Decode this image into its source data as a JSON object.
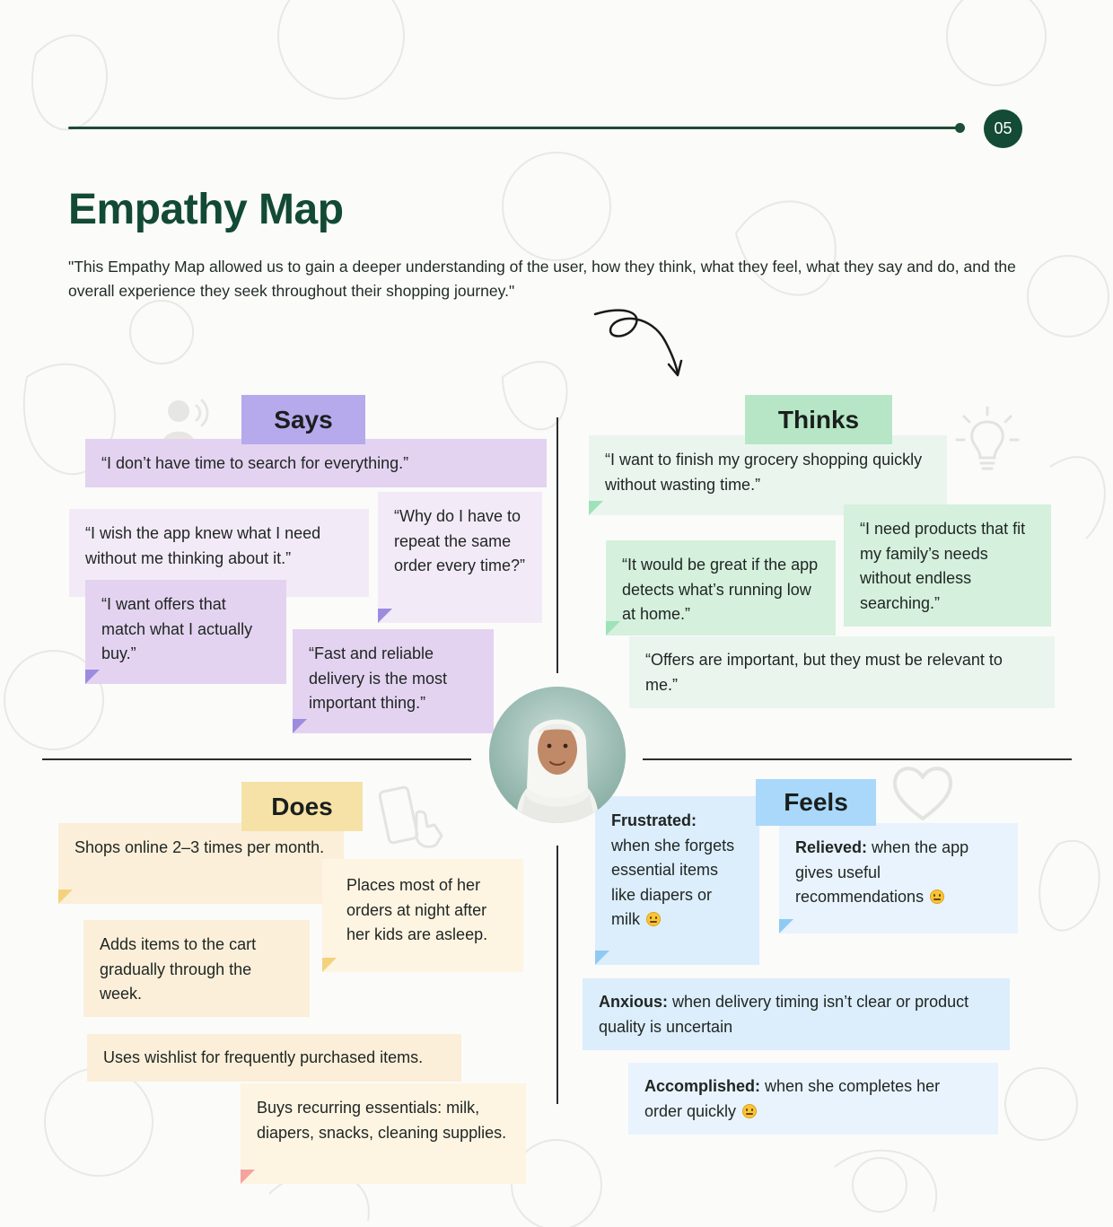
{
  "page": {
    "number": "05"
  },
  "header": {
    "title": "Empathy Map",
    "intro": "\"This Empathy Map allowed us to gain a deeper understanding of the user, how they think, what they feel, what they say and do, and the overall experience they seek throughout their shopping journey.\""
  },
  "says": {
    "label": "Says",
    "notes": [
      "“I don’t have time to search for everything.”",
      "“I wish the app knew what I need without me thinking about it.”",
      "“Why do I have to repeat the same order every time?”",
      "“I want offers that match what I actually buy.”",
      "“Fast and reliable delivery is the most important thing.”"
    ]
  },
  "thinks": {
    "label": "Thinks",
    "notes": [
      "“I want to finish my grocery shopping quickly without wasting time.”",
      "“I need products that fit my family’s needs without endless searching.”",
      "“It would be great if the app detects what’s running low at home.”",
      "“Offers are important, but they must be relevant to me.”"
    ]
  },
  "does": {
    "label": "Does",
    "notes": [
      "Shops online 2–3 times per month.",
      "Places most of her orders at night after her kids are asleep.",
      "Adds items to the cart gradually through the week.",
      "Uses wishlist for frequently purchased items.",
      "Buys recurring essentials: milk, diapers, snacks, cleaning supplies."
    ]
  },
  "feels": {
    "label": "Feels",
    "notes": [
      {
        "title": "Frustrated:",
        "text": "when she forgets essential items like diapers or milk"
      },
      {
        "title": "Relieved:",
        "text": " when the app gives useful recommendations"
      },
      {
        "title": "Anxious:",
        "text": " when delivery timing isn’t clear or product quality is uncertain"
      },
      {
        "title": "Accomplished:",
        "text": " when she completes her order quickly"
      }
    ]
  },
  "icons": {
    "arrow": "curly-arrow-icon",
    "speaker": "speaking-person-icon",
    "lightbulb": "lightbulb-icon",
    "tap": "phone-tap-icon",
    "heart": "heart-icon",
    "emoji": "face-emoji-icon"
  },
  "colors": {
    "brand": "#124a33",
    "says": "#b6a9ec",
    "thinks": "#b7e6c6",
    "does": "#f6e2a6",
    "feels": "#a9d8fa"
  }
}
